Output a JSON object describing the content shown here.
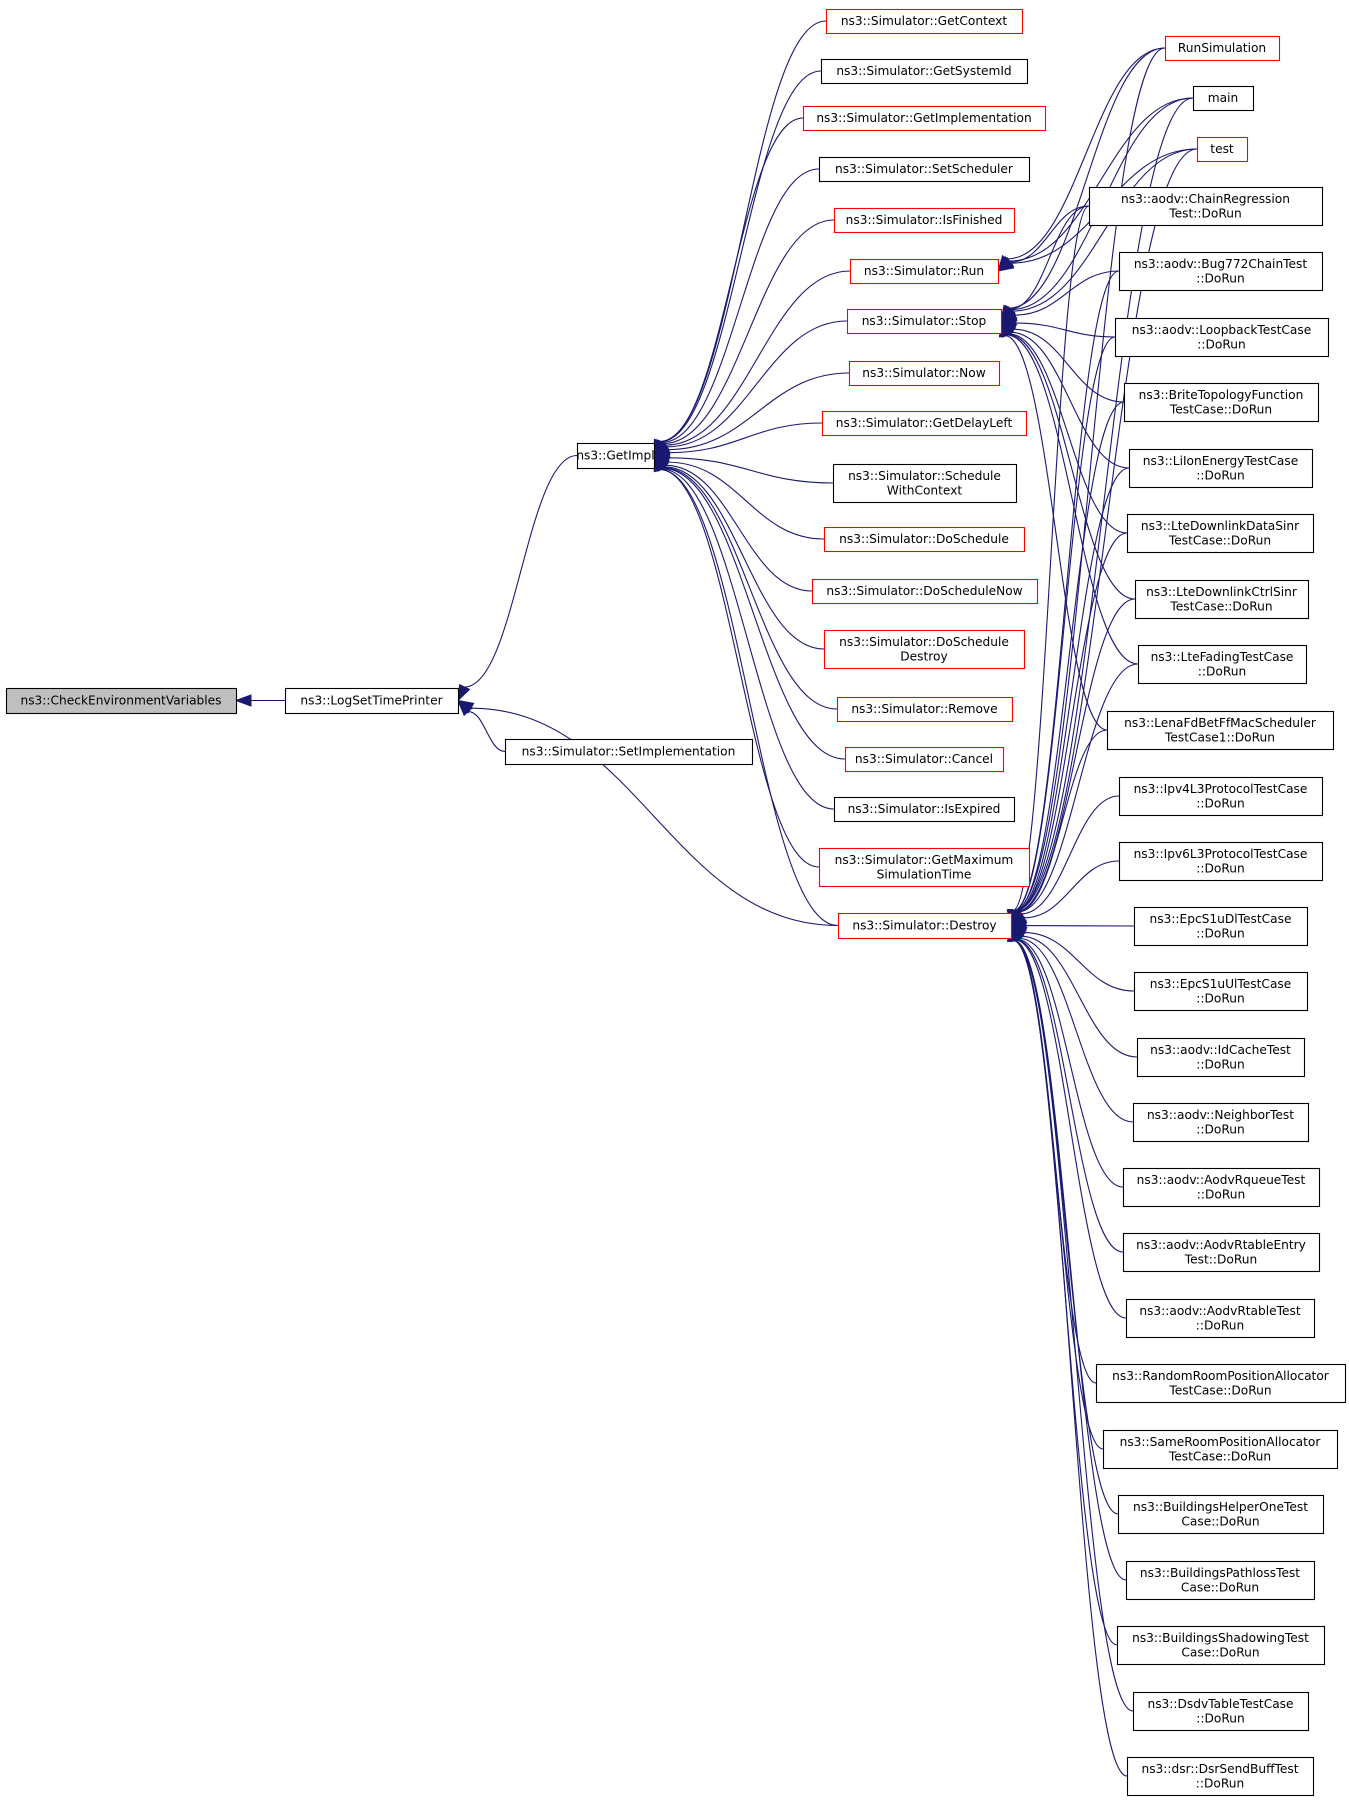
{
  "diagram": {
    "colors": {
      "edge": "#191970",
      "box_border_default": "#000000",
      "box_border_truncated": "#ff0000",
      "root_fill": "#bfbfbf"
    },
    "nodes": [
      {
        "id": "root",
        "lines": [
          "ns3::CheckEnvironmentVariables"
        ],
        "style": "root",
        "interactable": false
      },
      {
        "id": "logsettimeprinter",
        "lines": [
          "ns3::LogSetTimePrinter"
        ],
        "style": "black"
      },
      {
        "id": "getimpl",
        "lines": [
          "ns3::GetImpl"
        ],
        "style": "black"
      },
      {
        "id": "setimplementation",
        "lines": [
          "ns3::Simulator::SetImplementation"
        ],
        "style": "black"
      },
      {
        "id": "getcontext",
        "lines": [
          "ns3::Simulator::GetContext"
        ],
        "style": "red"
      },
      {
        "id": "getsystemid",
        "lines": [
          "ns3::Simulator::GetSystemId"
        ],
        "style": "black"
      },
      {
        "id": "getimplementation",
        "lines": [
          "ns3::Simulator::GetImplementation"
        ],
        "style": "red"
      },
      {
        "id": "setscheduler",
        "lines": [
          "ns3::Simulator::SetScheduler"
        ],
        "style": "black"
      },
      {
        "id": "isfinished",
        "lines": [
          "ns3::Simulator::IsFinished"
        ],
        "style": "red"
      },
      {
        "id": "run",
        "lines": [
          "ns3::Simulator::Run"
        ],
        "style": "red"
      },
      {
        "id": "stop",
        "lines": [
          "ns3::Simulator::Stop"
        ],
        "style": "red"
      },
      {
        "id": "now",
        "lines": [
          "ns3::Simulator::Now"
        ],
        "style": "red"
      },
      {
        "id": "getdelayleft",
        "lines": [
          "ns3::Simulator::GetDelayLeft"
        ],
        "style": "red"
      },
      {
        "id": "schedulewithcontext",
        "lines": [
          "ns3::Simulator::Schedule",
          "WithContext"
        ],
        "style": "black"
      },
      {
        "id": "doschedule",
        "lines": [
          "ns3::Simulator::DoSchedule"
        ],
        "style": "red"
      },
      {
        "id": "dobschedulenow",
        "lines": [
          "ns3::Simulator::DoScheduleNow"
        ],
        "style": "red"
      },
      {
        "id": "doscheduledestroy",
        "lines": [
          "ns3::Simulator::DoSchedule",
          "Destroy"
        ],
        "style": "red"
      },
      {
        "id": "remove",
        "lines": [
          "ns3::Simulator::Remove"
        ],
        "style": "red"
      },
      {
        "id": "cancel",
        "lines": [
          "ns3::Simulator::Cancel"
        ],
        "style": "red"
      },
      {
        "id": "isexpired",
        "lines": [
          "ns3::Simulator::IsExpired"
        ],
        "style": "black"
      },
      {
        "id": "getmaximumsimulationtime",
        "lines": [
          "ns3::Simulator::GetMaximum",
          "SimulationTime"
        ],
        "style": "red"
      },
      {
        "id": "destroy",
        "lines": [
          "ns3::Simulator::Destroy"
        ],
        "style": "red"
      },
      {
        "id": "runsimulation",
        "lines": [
          "RunSimulation"
        ],
        "style": "red"
      },
      {
        "id": "main",
        "lines": [
          "main"
        ],
        "style": "black"
      },
      {
        "id": "test",
        "lines": [
          "test"
        ],
        "style": "red"
      },
      {
        "id": "chainregression",
        "lines": [
          "ns3::aodv::ChainRegression",
          "Test::DoRun"
        ],
        "style": "black"
      },
      {
        "id": "bug772",
        "lines": [
          "ns3::aodv::Bug772ChainTest",
          "::DoRun"
        ],
        "style": "black"
      },
      {
        "id": "loopback",
        "lines": [
          "ns3::aodv::LoopbackTestCase",
          "::DoRun"
        ],
        "style": "black"
      },
      {
        "id": "britetopology",
        "lines": [
          "ns3::BriteTopologyFunction",
          "TestCase::DoRun"
        ],
        "style": "black"
      },
      {
        "id": "liion",
        "lines": [
          "ns3::LiIonEnergyTestCase",
          "::DoRun"
        ],
        "style": "black"
      },
      {
        "id": "ltedldata",
        "lines": [
          "ns3::LteDownlinkDataSinr",
          "TestCase::DoRun"
        ],
        "style": "black"
      },
      {
        "id": "ltedlctrl",
        "lines": [
          "ns3::LteDownlinkCtrlSinr",
          "TestCase::DoRun"
        ],
        "style": "black"
      },
      {
        "id": "ltefading",
        "lines": [
          "ns3::LteFadingTestCase",
          "::DoRun"
        ],
        "style": "black"
      },
      {
        "id": "lenafdbet",
        "lines": [
          "ns3::LenaFdBetFfMacScheduler",
          "TestCase1::DoRun"
        ],
        "style": "black"
      },
      {
        "id": "ipv4l3",
        "lines": [
          "ns3::Ipv4L3ProtocolTestCase",
          "::DoRun"
        ],
        "style": "black"
      },
      {
        "id": "ipv6l3",
        "lines": [
          "ns3::Ipv6L3ProtocolTestCase",
          "::DoRun"
        ],
        "style": "black"
      },
      {
        "id": "epcs1udl",
        "lines": [
          "ns3::EpcS1uDlTestCase",
          "::DoRun"
        ],
        "style": "black"
      },
      {
        "id": "epcs1uul",
        "lines": [
          "ns3::EpcS1uUlTestCase",
          "::DoRun"
        ],
        "style": "black"
      },
      {
        "id": "idcache",
        "lines": [
          "ns3::aodv::IdCacheTest",
          "::DoRun"
        ],
        "style": "black"
      },
      {
        "id": "neighbor",
        "lines": [
          "ns3::aodv::NeighborTest",
          "::DoRun"
        ],
        "style": "black"
      },
      {
        "id": "aodvrqueue",
        "lines": [
          "ns3::aodv::AodvRqueueTest",
          "::DoRun"
        ],
        "style": "black"
      },
      {
        "id": "aodvrtableentry",
        "lines": [
          "ns3::aodv::AodvRtableEntry",
          "Test::DoRun"
        ],
        "style": "black"
      },
      {
        "id": "aodvrtable",
        "lines": [
          "ns3::aodv::AodvRtableTest",
          "::DoRun"
        ],
        "style": "black"
      },
      {
        "id": "randomroom",
        "lines": [
          "ns3::RandomRoomPositionAllocator",
          "TestCase::DoRun"
        ],
        "style": "black"
      },
      {
        "id": "sameroom",
        "lines": [
          "ns3::SameRoomPositionAllocator",
          "TestCase::DoRun"
        ],
        "style": "black"
      },
      {
        "id": "buildingshelper",
        "lines": [
          "ns3::BuildingsHelperOneTest",
          "Case::DoRun"
        ],
        "style": "black"
      },
      {
        "id": "buildingspathloss",
        "lines": [
          "ns3::BuildingsPathlossTest",
          "Case::DoRun"
        ],
        "style": "black"
      },
      {
        "id": "buildingsshadowing",
        "lines": [
          "ns3::BuildingsShadowingTest",
          "Case::DoRun"
        ],
        "style": "black"
      },
      {
        "id": "dsdvtable",
        "lines": [
          "ns3::DsdvTableTestCase",
          "::DoRun"
        ],
        "style": "black"
      },
      {
        "id": "dsrsendbuff",
        "lines": [
          "ns3::dsr::DsrSendBuffTest",
          "::DoRun"
        ],
        "style": "black"
      }
    ]
  }
}
